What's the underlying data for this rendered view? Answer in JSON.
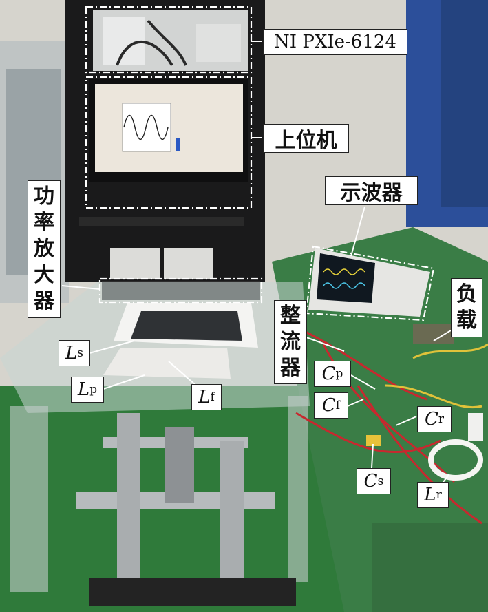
{
  "labels": {
    "daq": "NI PXIe-6124",
    "host": "上位机",
    "scope": "示波器",
    "amp_chars": [
      "功",
      "率",
      "放",
      "大",
      "器"
    ],
    "rect_chars": [
      "整",
      "流",
      "器"
    ],
    "load_chars": [
      "负",
      "载"
    ]
  },
  "symbols": {
    "ls": {
      "base": "L",
      "sub": "s"
    },
    "lp": {
      "base": "L",
      "sub": "p"
    },
    "lf": {
      "base": "L",
      "sub": "f"
    },
    "cp": {
      "base": "C",
      "sub": "p"
    },
    "cf": {
      "base": "C",
      "sub": "f"
    },
    "cr": {
      "base": "C",
      "sub": "r"
    },
    "cs": {
      "base": "C",
      "sub": "s"
    },
    "lr": {
      "base": "L",
      "sub": "r"
    }
  },
  "colors": {
    "floor_green": "#2f7a3a",
    "table_green": "#3a7d46",
    "wire_red": "#c8282f",
    "wire_yellow": "#e0c23a",
    "wall": "#d8d6cf",
    "curtain": "#2c4f9a"
  }
}
